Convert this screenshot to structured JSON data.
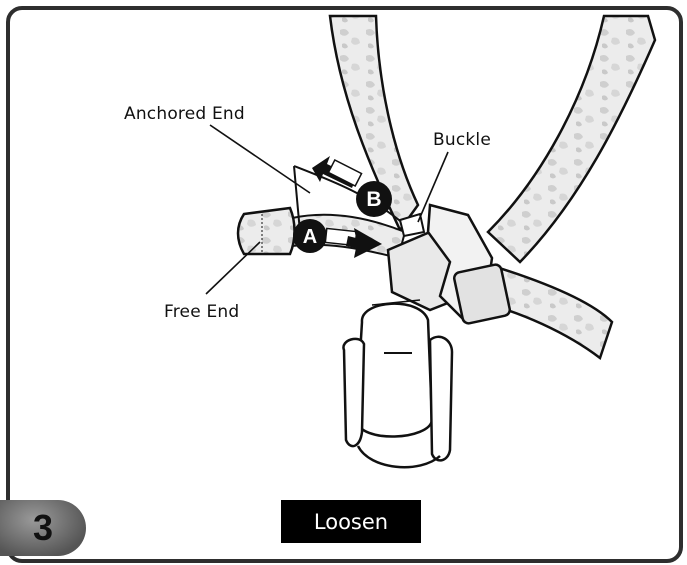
{
  "labels": {
    "anchored_end": "Anchored End",
    "buckle": "Buckle",
    "free_end": "Free End"
  },
  "arrows": {
    "a": "A",
    "b": "B"
  },
  "step_number": "3",
  "action": "Loosen",
  "colors": {
    "frame": "#2e2e2e",
    "strap_fill": "#e6e6e6",
    "ink": "#111111",
    "label_bg": "#000000",
    "label_text": "#ffffff",
    "badge": "#777777"
  }
}
